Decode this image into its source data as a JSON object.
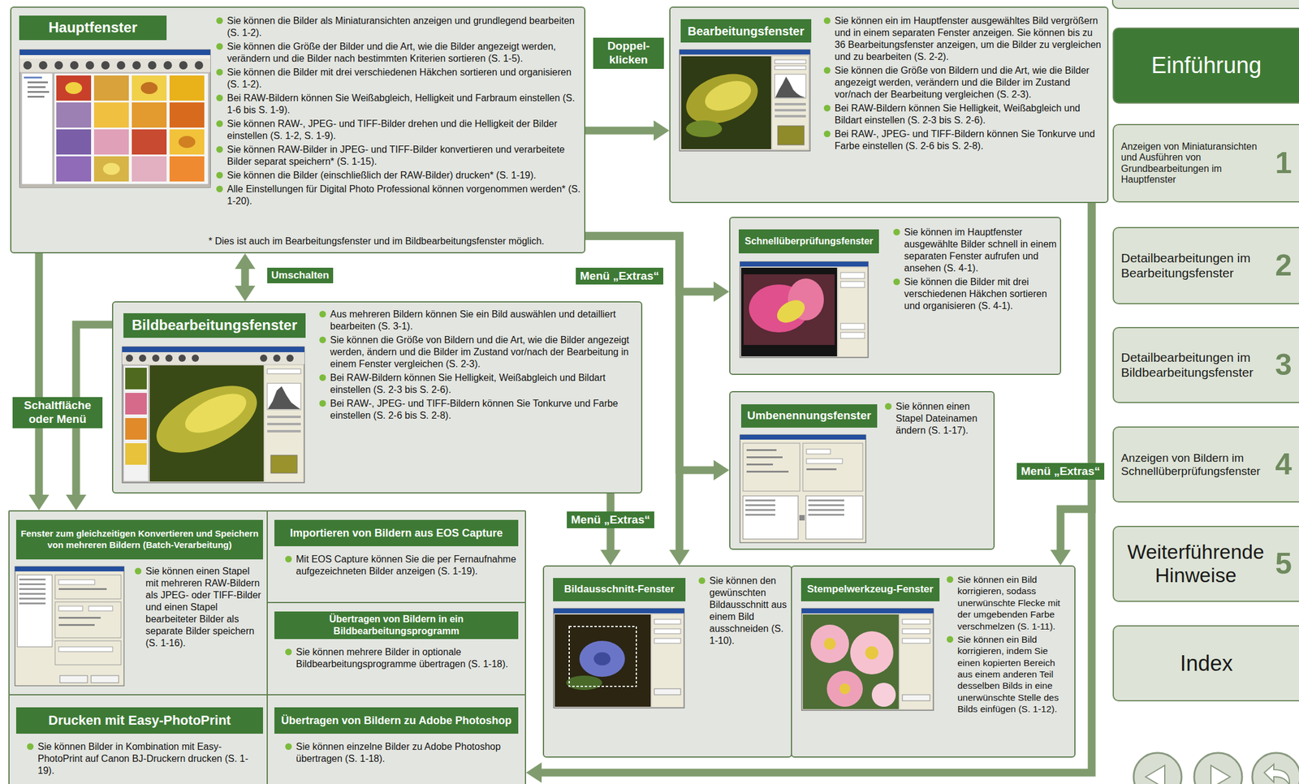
{
  "diagram": {
    "nodes": [
      {
        "text": [
          "Hauptfenster",
          "Sie können die Bilder als Miniaturansichten anzeigen und grundlegend bearbeiten (S. 1-2).",
          "Sie können die Größe der Bilder und die Art, wie die Bilder angezeigt werden, verändern und die Bilder nach bestimmten Kriterien sortieren (S. 1-5).",
          "Sie können die Bilder mit drei verschiedenen Häkchen sortieren und organisieren (S. 1-2).",
          "Bei RAW-Bildern können Sie Weißabgleich, Helligkeit und Farbraum einstellen (S. 1-6 bis S. 1-9).",
          "Sie können RAW-, JPEG- und TIFF-Bilder drehen und die Helligkeit der Bilder einstellen (S. 1-2, S. 1-9).",
          "Sie können RAW-Bilder in JPEG- und TIFF-Bilder konvertieren und verarbeitete Bilder separat speichern* (S. 1-15).",
          "Sie können die Bilder (einschließlich der RAW-Bilder) drucken* (S. 1-19).",
          "Alle Einstellungen für Digital Photo Professional können vorgenommen werden* (S. 1-20).",
          "* Dies ist auch im Bearbeitungsfenster und im Bildbearbeitungsfenster möglich."
        ]
      },
      {
        "text": [
          "Bearbeitungsfenster",
          "Sie können ein im Hauptfenster ausgewähltes Bild vergrößern und in einem separaten Fenster anzeigen. Sie können bis zu 36 Bearbeitungsfenster anzeigen, um die Bilder zu vergleichen und zu bearbeiten (S. 2-2).",
          "Sie können die Größe von Bildern und die Art, wie die Bilder angezeigt werden, verändern und die Bilder im Zustand vor/nach der Bearbeitung vergleichen (S. 2-3).",
          "Bei RAW-Bildern können Sie Helligkeit, Weißabgleich und Bildart einstellen (S. 2-3 bis S. 2-6).",
          "Bei RAW-, JPEG- und TIFF-Bildern können Sie Tonkurve und Farbe einstellen (S. 2-6 bis S. 2-8)."
        ]
      },
      {
        "text": [
          "Schnellüberprüfungsfenster",
          "Sie können im Hauptfenster ausgewählte Bilder schnell in einem separaten Fenster aufrufen und ansehen (S. 4-1).",
          "Sie können die Bilder mit drei verschiedenen Häkchen sortieren und organisieren (S. 4-1)."
        ]
      },
      {
        "text": [
          "Bildbearbeitungsfenster",
          "Aus mehreren Bildern können Sie ein Bild auswählen und detailliert bearbeiten (S. 3-1).",
          "Sie können die Größe von Bildern und die Art, wie die Bilder angezeigt werden, ändern und die Bilder im Zustand vor/nach der Bearbeitung in einem Fenster vergleichen (S. 2-3).",
          "Bei RAW-Bildern können Sie Helligkeit, Weißabgleich und Bildart einstellen (S. 2-3 bis S. 2-6).",
          "Bei RAW-, JPEG- und TIFF-Bildern können Sie Tonkurve und Farbe einstellen (S. 2-6 bis S. 2-8)."
        ]
      },
      {
        "text": [
          "Umbenennungsfenster",
          "Sie können einen Stapel Dateinamen ändern (S. 1-17)."
        ]
      },
      {
        "text": [
          "Fenster zum gleichzeitigen Konvertieren und Speichern von mehreren Bildern (Batch-Verarbeitung)",
          "Sie können einen Stapel mit mehreren RAW-Bildern als JPEG- oder TIFF-Bilder und einen Stapel bearbeiteter Bilder als separate Bilder speichern (S. 1-16)."
        ]
      },
      {
        "text": [
          "Importieren von Bildern aus EOS Capture",
          "Mit EOS Capture können Sie die per Fernaufnahme aufgezeichneten Bilder anzeigen (S. 1-19)."
        ]
      },
      {
        "text": [
          "Übertragen von Bildern in ein Bildbearbeitungsprogramm",
          "Sie können mehrere Bilder in optionale Bildbearbeitungsprogramme übertragen (S. 1-18)."
        ]
      },
      {
        "text": [
          "Drucken mit Easy-PhotoPrint",
          "Sie können Bilder in Kombination mit Easy-PhotoPrint auf Canon BJ-Druckern drucken (S. 1-19)."
        ]
      },
      {
        "text": [
          "Übertragen von Bildern zu Adobe Photoshop",
          "Sie können einzelne Bilder zu Adobe Photoshop übertragen (S. 1-18)."
        ]
      },
      {
        "text": [
          "Bildausschnitt-Fenster",
          "Sie können den gewünschten Bildausschnitt aus einem Bild ausschneiden (S. 1-10)."
        ]
      },
      {
        "text": [
          "Stempelwerkzeug-Fenster",
          "Sie können ein Bild korrigieren, sodass unerwünschte Flecke mit der umgebenden Farbe verschmelzen (S. 1-11).",
          "Sie können ein Bild korrigieren, indem Sie einen kopierten Bereich aus einem anderen Teil desselben Bilds in eine unerwünschte Stelle des Bilds einfügen (S. 1-12)."
        ]
      },
      {
        "text": [
          "Einführung"
        ]
      },
      {
        "text": [
          "1",
          "Anzeigen von Miniaturansichten und Ausführen von Grundbearbeitungen im Hauptfenster"
        ]
      },
      {
        "text": [
          "2",
          "Detailbearbeitungen im Bearbeitungsfenster"
        ]
      },
      {
        "text": [
          "3",
          "Detailbearbeitungen im Bildbearbeitungsfenster"
        ]
      },
      {
        "text": [
          "4",
          "Anzeigen von Bildern im Schnellüberprüfungsfenster"
        ]
      },
      {
        "text": [
          "5",
          "Weiterführende Hinweise"
        ]
      },
      {
        "text": [
          "Index"
        ]
      }
    ],
    "edges": [
      {
        "from": 0,
        "to": 1,
        "label": "Doppel- klicken",
        "arrow": "to"
      },
      {
        "from": 0,
        "to": 3,
        "label": "Umschalten",
        "arrow": "both"
      },
      {
        "from": 0,
        "to": 2,
        "label": "Menü „Extras“",
        "arrow": "to"
      },
      {
        "from": 0,
        "to": 4,
        "arrow": "to"
      },
      {
        "from": 0,
        "to": 10,
        "arrow": "to"
      },
      {
        "from": 0,
        "to": 5,
        "label": "Schaltfläche oder Menü",
        "arrow": "to"
      },
      {
        "from": 3,
        "to": 5,
        "arrow": "to"
      },
      {
        "from": 3,
        "to": 10,
        "label": "Menü „Extras“",
        "arrow": "to"
      },
      {
        "from": 1,
        "to": 11,
        "label": "Menü „Extras“",
        "arrow": "to"
      },
      {
        "from": 1,
        "to": 9,
        "arrow": "to"
      }
    ]
  }
}
